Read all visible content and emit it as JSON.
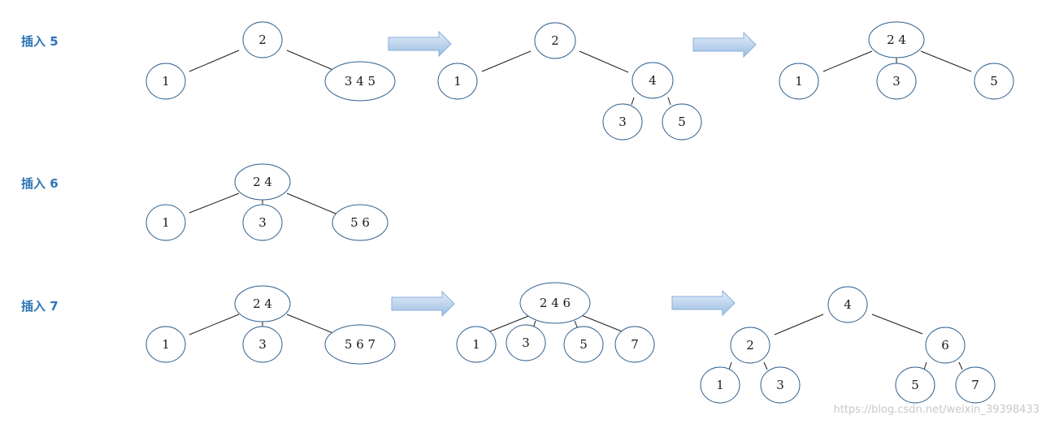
{
  "rows": [
    {
      "label": "插入 5",
      "trees": [
        {
          "nodes": [
            {
              "id": "n2",
              "text": "2"
            },
            {
              "id": "n1",
              "text": "1"
            },
            {
              "id": "n345",
              "text": "3 4 5"
            }
          ]
        },
        {
          "nodes": [
            {
              "id": "n2",
              "text": "2"
            },
            {
              "id": "n1",
              "text": "1"
            },
            {
              "id": "n4",
              "text": "4"
            },
            {
              "id": "n3",
              "text": "3"
            },
            {
              "id": "n5",
              "text": "5"
            }
          ]
        },
        {
          "nodes": [
            {
              "id": "n24",
              "text": "2 4"
            },
            {
              "id": "n1",
              "text": "1"
            },
            {
              "id": "n3",
              "text": "3"
            },
            {
              "id": "n5",
              "text": "5"
            }
          ]
        }
      ]
    },
    {
      "label": "插入 6",
      "trees": [
        {
          "nodes": [
            {
              "id": "n24",
              "text": "2 4"
            },
            {
              "id": "n1",
              "text": "1"
            },
            {
              "id": "n3",
              "text": "3"
            },
            {
              "id": "n56",
              "text": "5 6"
            }
          ]
        }
      ]
    },
    {
      "label": "插入 7",
      "trees": [
        {
          "nodes": [
            {
              "id": "n24",
              "text": "2 4"
            },
            {
              "id": "n1",
              "text": "1"
            },
            {
              "id": "n3",
              "text": "3"
            },
            {
              "id": "n567",
              "text": "5 6 7"
            }
          ]
        },
        {
          "nodes": [
            {
              "id": "n246",
              "text": "2 4 6"
            },
            {
              "id": "n1",
              "text": "1"
            },
            {
              "id": "n3",
              "text": "3"
            },
            {
              "id": "n5",
              "text": "5"
            },
            {
              "id": "n7",
              "text": "7"
            }
          ]
        },
        {
          "nodes": [
            {
              "id": "n4",
              "text": "4"
            },
            {
              "id": "n2",
              "text": "2"
            },
            {
              "id": "n6",
              "text": "6"
            },
            {
              "id": "n1",
              "text": "1"
            },
            {
              "id": "n3",
              "text": "3"
            },
            {
              "id": "n5",
              "text": "5"
            },
            {
              "id": "n7",
              "text": "7"
            }
          ]
        }
      ]
    }
  ],
  "watermark": "https://blog.csdn.net/weixin_39398433",
  "colors": {
    "label": "#2e75b6",
    "node_stroke": "#2f5f8f",
    "edge": "#1a1a1a",
    "arrow_light": "#e3eefa",
    "arrow_dark": "#9dbde3"
  }
}
